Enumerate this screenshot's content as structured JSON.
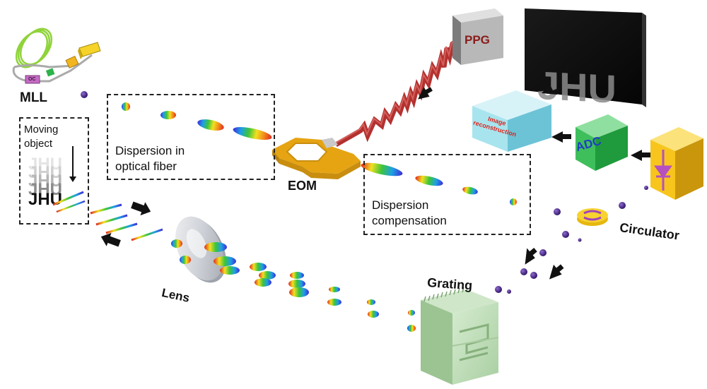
{
  "labels": {
    "mll": "MLL",
    "oc": "OC",
    "ppg": "PPG",
    "eom": "EOM",
    "lens": "Lens",
    "grating": "Grating",
    "circulator": "Circulator",
    "adc": "ADC",
    "image_recon_line1": "Image",
    "image_recon_line2": "reconstruction",
    "moving_object_line1": "Moving",
    "moving_object_line2": "object",
    "dispersion_fiber_line1": "Dispersion in",
    "dispersion_fiber_line2": "optical fiber",
    "dispersion_comp_line1": "Dispersion",
    "dispersion_comp_line2": "compensation",
    "display_text": "JHU",
    "object_text": "JHU"
  },
  "colors": {
    "eom_yellow": "#f2b51e",
    "ppg_signal": "#b3312f",
    "adc_green": "#3fbf5c",
    "image_box_cyan": "#a8e4ee",
    "recon_text_red": "#e0241b",
    "adc_text_blue": "#1f3fbf",
    "photodiode_yellow": "#f7c51c",
    "photodiode_symbol": "#b64fc0",
    "purple_dot": "#4b2a82",
    "grating_green": "#b9dbb4",
    "fiber_green": "#8fd33a"
  }
}
